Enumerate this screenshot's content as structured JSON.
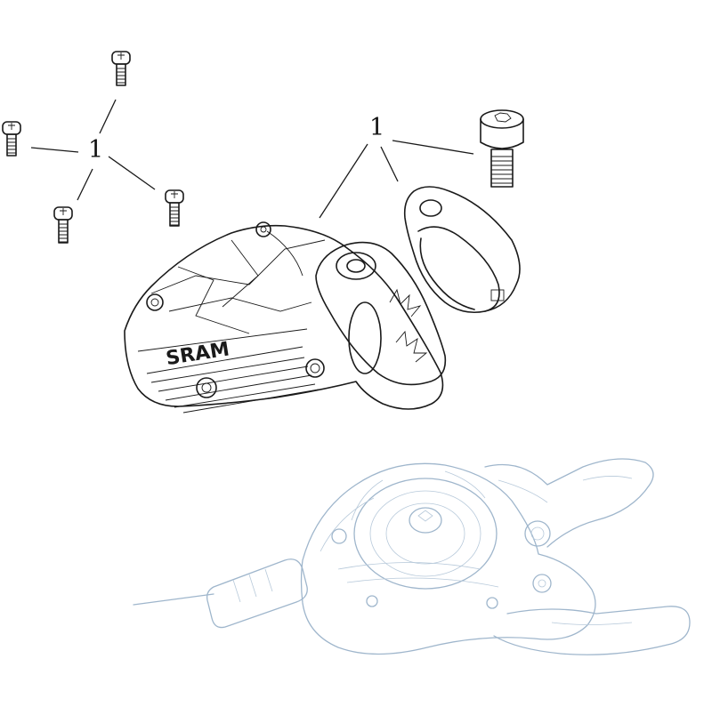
{
  "callouts": {
    "screws_group": "1",
    "clamp_group": "1"
  },
  "cover": {
    "brand_text": "SRAM"
  },
  "colors": {
    "line_art": "#1a1a1a",
    "ghost_shifter": "#9fb6cc",
    "background": "#ffffff"
  }
}
